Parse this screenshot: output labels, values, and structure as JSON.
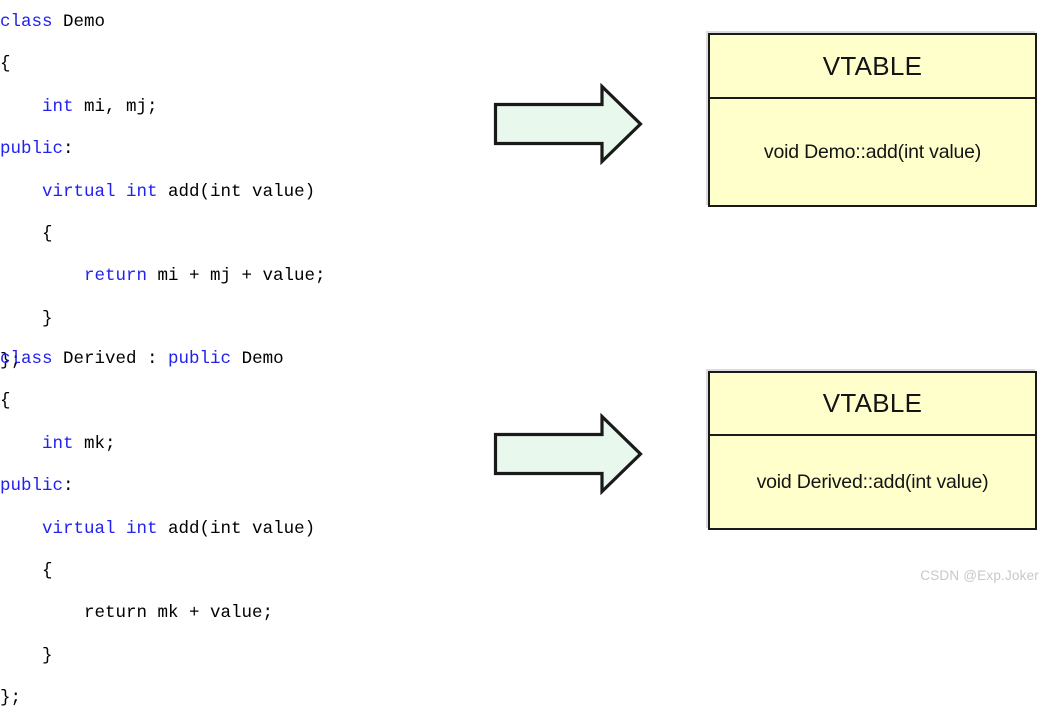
{
  "colors": {
    "keyword": "#2222ee",
    "identifier": "#000000",
    "vtable_fill": "#ffffcc",
    "vtable_border": "#1a1a1a",
    "arrow_fill": "#e8f8ec",
    "arrow_border": "#1a1a1a",
    "watermark": "#c8c8c8",
    "background": "#ffffff"
  },
  "code_blocks": [
    {
      "name": "demo-class",
      "lines": [
        [
          {
            "t": "class",
            "k": true
          },
          {
            "t": " Demo",
            "k": false
          }
        ],
        [
          {
            "t": "{",
            "k": false
          }
        ],
        [
          {
            "t": "    ",
            "k": false
          },
          {
            "t": "int",
            "k": true
          },
          {
            "t": " mi, mj;",
            "k": false
          }
        ],
        [
          {
            "t": "public",
            "k": true
          },
          {
            "t": ":",
            "k": false
          }
        ],
        [
          {
            "t": "    ",
            "k": false
          },
          {
            "t": "virtual int",
            "k": true
          },
          {
            "t": " add(int value)",
            "k": false
          }
        ],
        [
          {
            "t": "    {",
            "k": false
          }
        ],
        [
          {
            "t": "        ",
            "k": false
          },
          {
            "t": "return",
            "k": true
          },
          {
            "t": " mi + mj + value;",
            "k": false
          }
        ],
        [
          {
            "t": "    }",
            "k": false
          }
        ],
        [
          {
            "t": "};",
            "k": false
          }
        ]
      ]
    },
    {
      "name": "derived-class",
      "lines": [
        [
          {
            "t": "class",
            "k": true
          },
          {
            "t": " Derived : ",
            "k": false
          },
          {
            "t": "public",
            "k": true
          },
          {
            "t": " Demo",
            "k": false
          }
        ],
        [
          {
            "t": "{",
            "k": false
          }
        ],
        [
          {
            "t": "    ",
            "k": false
          },
          {
            "t": "int",
            "k": true
          },
          {
            "t": " mk;",
            "k": false
          }
        ],
        [
          {
            "t": "public",
            "k": true
          },
          {
            "t": ":",
            "k": false
          }
        ],
        [
          {
            "t": "    ",
            "k": false
          },
          {
            "t": "virtual int",
            "k": true
          },
          {
            "t": " add(int value)",
            "k": false
          }
        ],
        [
          {
            "t": "    {",
            "k": false
          }
        ],
        [
          {
            "t": "        return mk + value;",
            "k": false
          }
        ],
        [
          {
            "t": "    }",
            "k": false
          }
        ],
        [
          {
            "t": "};",
            "k": false
          }
        ]
      ]
    }
  ],
  "arrows": [
    {
      "name": "arrow-demo-to-vtable",
      "direction": "right"
    },
    {
      "name": "arrow-derived-to-vtable",
      "direction": "right"
    }
  ],
  "vtables": [
    {
      "header": "VTABLE",
      "entry": "void Demo::add(int value)"
    },
    {
      "header": "VTABLE",
      "entry": "void Derived::add(int value)"
    }
  ],
  "watermark": "CSDN @Exp.Joker"
}
